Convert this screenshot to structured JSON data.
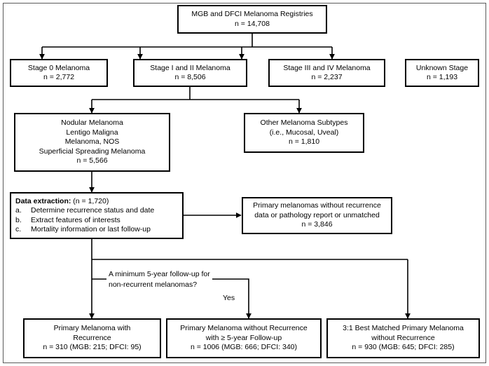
{
  "diagram": {
    "title": "Melanoma registry study flow diagram",
    "colors": {
      "box_border": "#000000",
      "connector": "#000000",
      "frame": "#5a5a5a",
      "background": "#ffffff"
    },
    "nodes": {
      "registries": {
        "lines": [
          "MGB and DFCI Melanoma Registries",
          "n = 14,708"
        ]
      },
      "stage0": {
        "lines": [
          "Stage 0 Melanoma",
          "n = 2,772"
        ]
      },
      "stage12": {
        "lines": [
          "Stage I and II Melanoma",
          "n = 8,506"
        ]
      },
      "stage34": {
        "lines": [
          "Stage III and IV Melanoma",
          "n = 2,237"
        ]
      },
      "unknown_stage": {
        "lines": [
          "Unknown Stage",
          "n = 1,193"
        ]
      },
      "included_subtypes": {
        "lines": [
          "Nodular Melanoma",
          "Lentigo Maligna",
          "Melanoma, NOS",
          "Superficial Spreading Melanoma",
          "n = 5,566"
        ]
      },
      "other_subtypes": {
        "lines": [
          "Other Melanoma Subtypes",
          "(i.e., Mucosal, Uveal)",
          "n = 1,810"
        ]
      },
      "data_extraction": {
        "heading_bold": "Data extraction:",
        "heading_rest": " (n = 1,720)",
        "items": [
          {
            "marker": "a.",
            "text": "Determine recurrence status and date"
          },
          {
            "marker": "b.",
            "text": "Extract features of interests"
          },
          {
            "marker": "c.",
            "text": "Mortality information or last follow-up"
          }
        ]
      },
      "excluded_primary": {
        "lines": [
          "Primary melanomas without recurrence",
          "data or pathology report or unmatched",
          "n = 3,846"
        ]
      },
      "with_recurrence": {
        "lines": [
          "Primary Melanoma with",
          "Recurrence",
          "n = 310 (MGB: 215; DFCI: 95)"
        ]
      },
      "without_recurrence_followup": {
        "lines": [
          "Primary Melanoma without Recurrence",
          "with ≥ 5-year Follow-up",
          "n = 1006 (MGB: 666; DFCI: 340)"
        ]
      },
      "best_matched": {
        "lines": [
          "3:1 Best Matched Primary Melanoma",
          "without Recurrence",
          "n = 930 (MGB: 645; DFCI: 285)"
        ]
      }
    },
    "edges": {
      "decision_question": [
        "A minimum 5-year follow-up for",
        "non-recurrent melanomas?"
      ],
      "yes_label": "Yes"
    }
  }
}
